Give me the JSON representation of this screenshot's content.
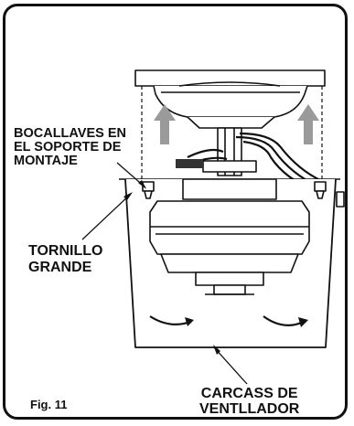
{
  "labels": {
    "mounting_bracket_keyholes": [
      "BOCALLAVES EN",
      "EL SOPORTE DE",
      "MONTAJE"
    ],
    "large_screw": [
      "TORNILLO",
      "GRANDE"
    ],
    "fan_housing": [
      "CARCASS DE",
      "VENTLLADOR"
    ]
  },
  "figure": {
    "caption": "Fig. 11"
  },
  "colors": {
    "ink": "#111111",
    "arrow_fill": "#9a9a9a",
    "motor_gray": "#ffffff"
  }
}
